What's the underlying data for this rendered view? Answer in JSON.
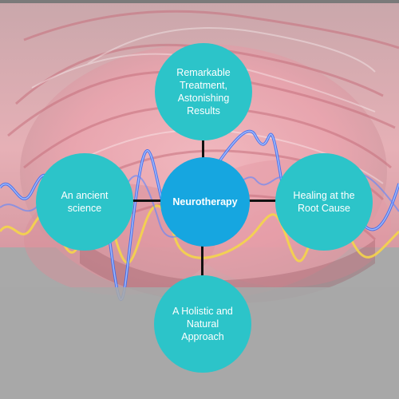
{
  "diagram": {
    "center": "Neurotherapy",
    "top": "Remarkable Treatment, Astonishing Results",
    "left": "An ancient science",
    "right": "Healing at the Root Cause",
    "bottom": "A Holistic and Natural Approach"
  },
  "colors": {
    "outer_node": "#2cc4c9",
    "center_node": "#16a6e0",
    "connector": "#111111",
    "node_text": "#ffffff"
  }
}
